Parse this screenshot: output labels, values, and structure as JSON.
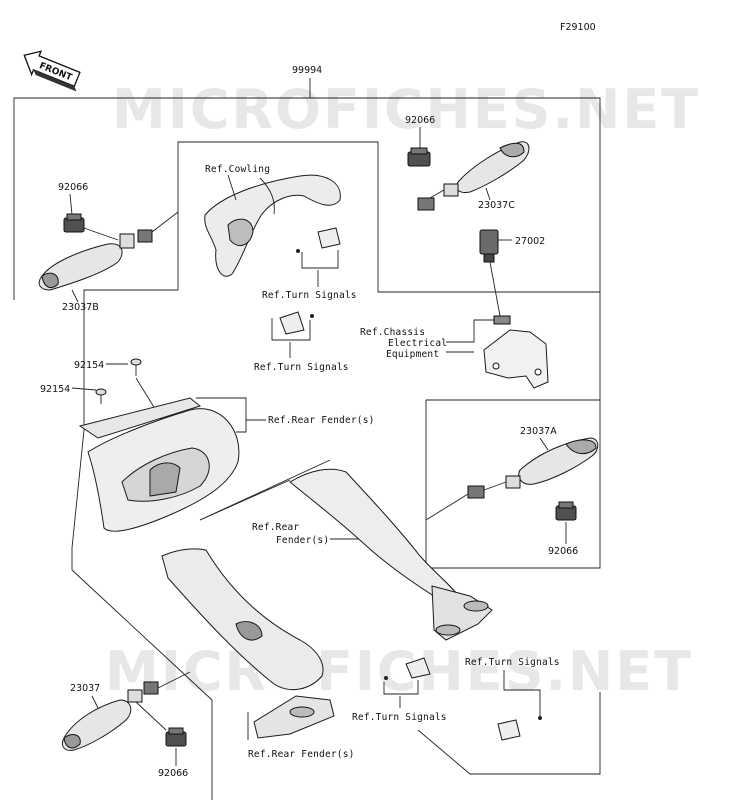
{
  "figure_code": "F29100",
  "front_label": "FRONT",
  "watermark": "MICROFICHES.NET",
  "callouts": {
    "assembly": "99994",
    "cowling": "Ref.Cowling",
    "turn_signals": "Ref.Turn Signals",
    "chassis_line1": "Ref.Chassis",
    "chassis_line2": "Electrical",
    "chassis_line3": "Equipment",
    "rear_fender_s": "Ref.Rear Fender(s)",
    "rear_fender_l1": "Ref.Rear",
    "rear_fender_l2": "Fender(s)"
  },
  "parts": {
    "p92066": "92066",
    "p23037B": "23037B",
    "p23037C": "23037C",
    "p23037A": "23037A",
    "p23037": "23037",
    "p27002": "27002",
    "p92154": "92154"
  },
  "colors": {
    "line": "#222222",
    "part_fill": "#e9e9e9",
    "part_dark": "#555555",
    "watermark": "#d4d4d4"
  }
}
